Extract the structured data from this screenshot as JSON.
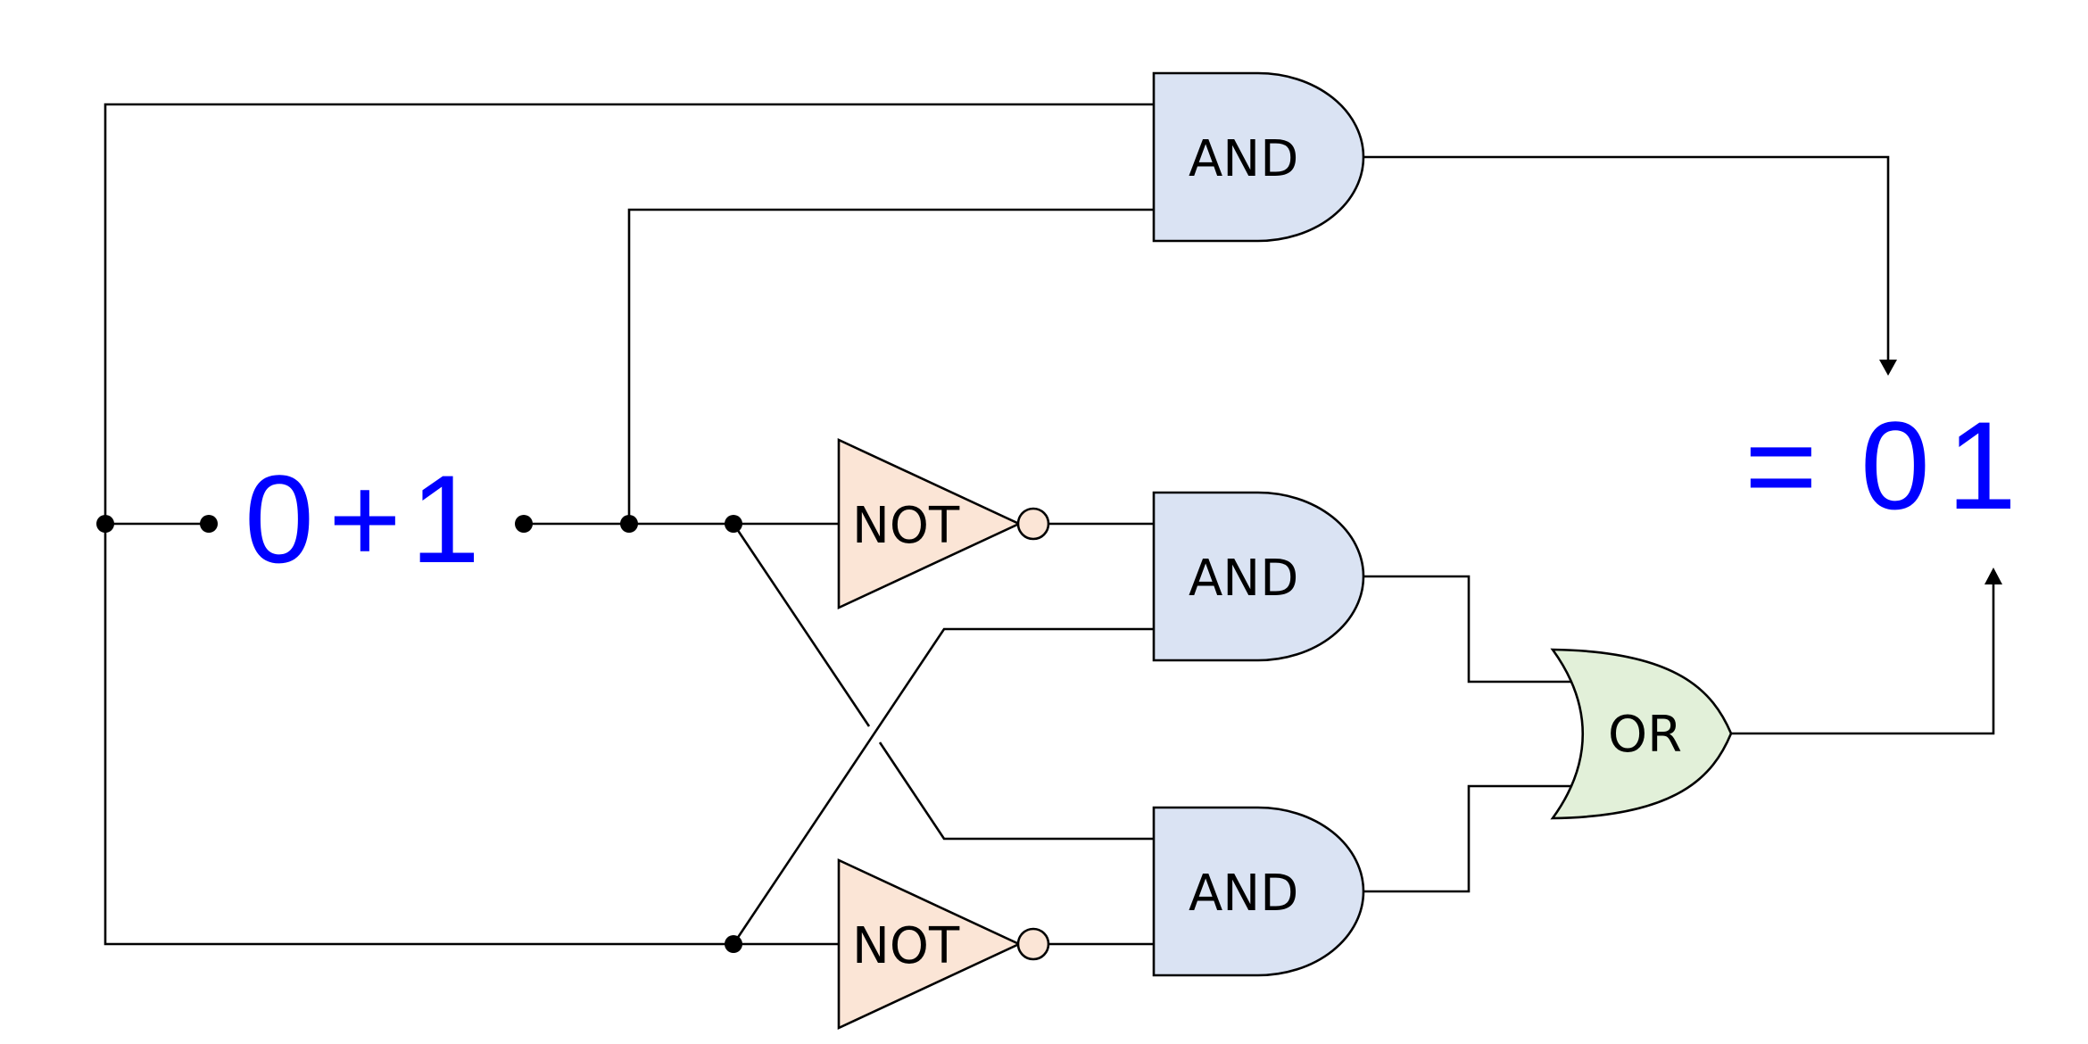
{
  "colors": {
    "and_fill": "#dae3f3",
    "not_fill": "#fbe5d6",
    "or_fill": "#e2f0d9",
    "math_text": "#0000ff",
    "wire": "#000000"
  },
  "gates": {
    "and_top": "AND",
    "and_middle": "AND",
    "and_bottom": "AND",
    "not_top": "NOT",
    "not_bottom": "NOT",
    "or": "OR"
  },
  "expression": {
    "a": "0",
    "op": "+",
    "b": "1"
  },
  "result": {
    "equals": "=",
    "carry": "0",
    "sum": "1"
  }
}
